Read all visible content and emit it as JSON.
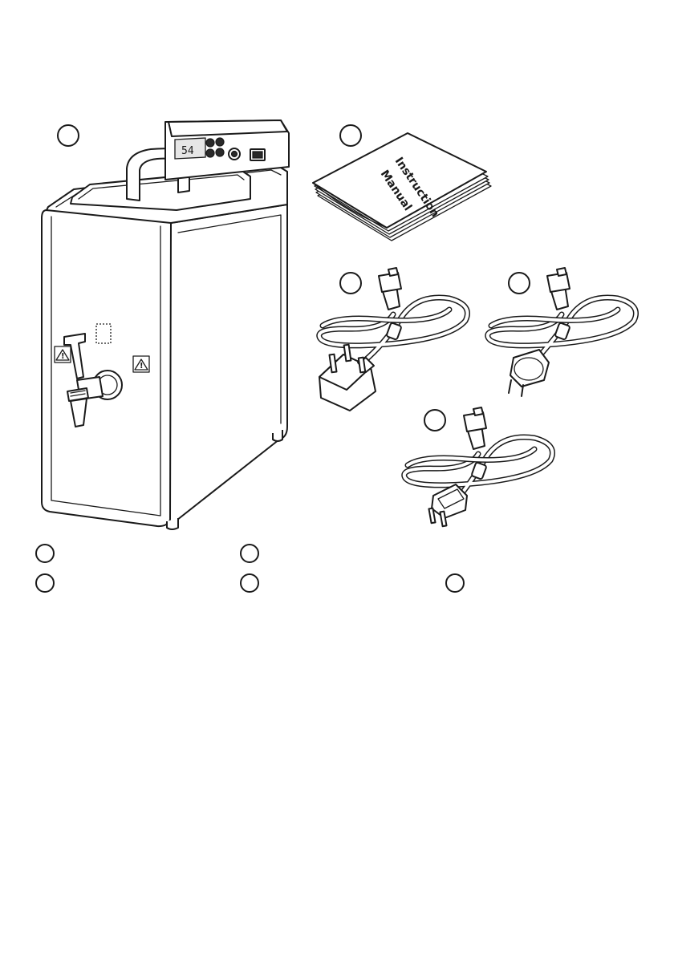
{
  "device": {
    "display_reading": "54",
    "display_small_label": "",
    "warning_symbol": "!"
  },
  "manual": {
    "title_line1": "Instruction",
    "title_line2": "Manual"
  },
  "icons": {
    "unit": "water-dispenser-unit-icon",
    "manual": "instruction-manual-icon",
    "cord_uk": "uk-power-cord-icon",
    "cord_eu": "eu-power-cord-icon",
    "cord_us": "us-power-cord-icon"
  },
  "legend": {
    "items": [
      {
        "marker": "",
        "text": ""
      },
      {
        "marker": "",
        "text": ""
      },
      {
        "marker": "",
        "text": ""
      },
      {
        "marker": "",
        "text": ""
      },
      {
        "marker": "",
        "text": ""
      }
    ]
  },
  "colors": {
    "line": "#1a1a1a",
    "background": "#ffffff"
  }
}
